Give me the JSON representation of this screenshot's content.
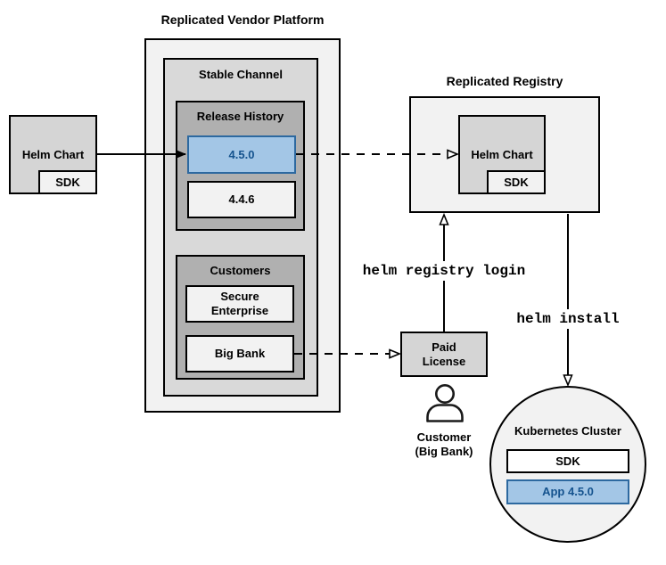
{
  "colors": {
    "highlight_fill": "#a3c6e6",
    "highlight_border": "#2d69a0",
    "highlight_text": "#15538e",
    "line": "#000000"
  },
  "icons": {
    "customer": "person-icon"
  },
  "vendor_platform": {
    "title": "Replicated Vendor Platform",
    "stable_channel": {
      "title": "Stable Channel",
      "release_history": {
        "title": "Release History",
        "releases": [
          {
            "version": "4.5.0",
            "highlighted": true
          },
          {
            "version": "4.4.6",
            "highlighted": false
          }
        ]
      },
      "customers": {
        "title": "Customers",
        "items": [
          {
            "name": "Secure Enterprise"
          },
          {
            "name": "Big Bank"
          }
        ]
      }
    }
  },
  "vendor_chart": {
    "label": "Helm Chart",
    "sdk_label": "SDK"
  },
  "registry": {
    "title": "Replicated Registry",
    "chart_label": "Helm Chart",
    "sdk_label": "SDK"
  },
  "paid_license": {
    "label": "Paid License"
  },
  "customer": {
    "label": "Customer",
    "sublabel": "(Big Bank)"
  },
  "commands": {
    "registry_login": "helm registry login",
    "install": "helm install"
  },
  "cluster": {
    "title": "Kubernetes Cluster",
    "sdk_label": "SDK",
    "app_label": "App 4.5.0"
  }
}
